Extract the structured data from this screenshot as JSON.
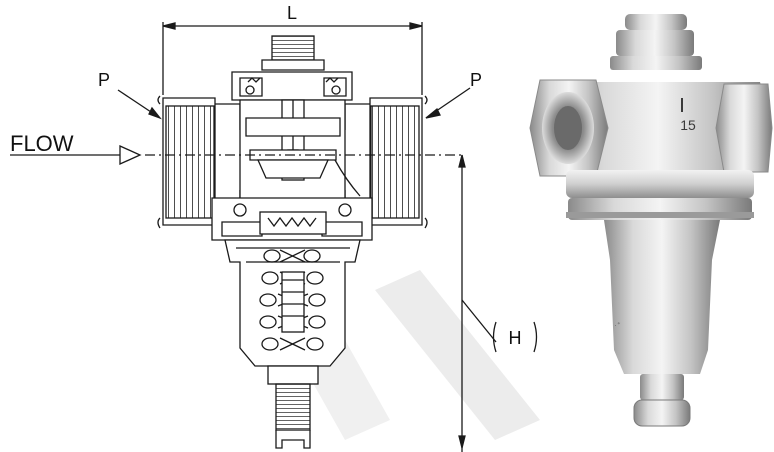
{
  "labels": {
    "length": "L",
    "pressure_left": "P",
    "pressure_right": "P",
    "flow": "FLOW",
    "height": "H"
  },
  "photo": {
    "body_marking": "15"
  },
  "colors": {
    "line": "#1a1a1a",
    "watermark": "#e9e9e9",
    "steel_light": "#e6e6e6",
    "steel_mid": "#b8b8b8",
    "steel_dark": "#7c7c7c"
  }
}
